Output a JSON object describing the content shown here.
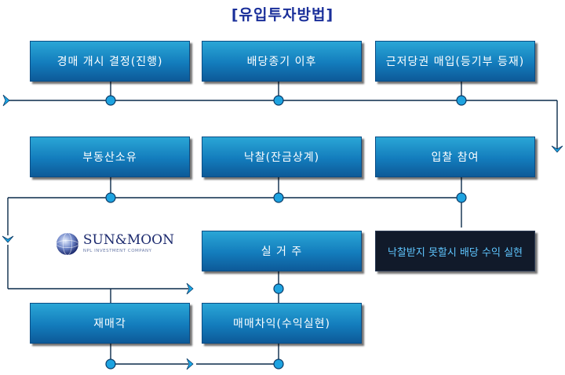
{
  "title": "[유입투자방법]",
  "boxes": {
    "auction_start": "경매 개시 결정(진행)",
    "after_dividend": "배당종기 이후",
    "mortgage_purchase": "근저당권 매입(등기부 등재)",
    "ownership": "부동산소유",
    "winning_bid": "낙찰(잔금상계)",
    "bid_participation": "입찰 참여",
    "residence": "실 거 주",
    "not_won": "낙찰받지 못할시 배당 수익 실현",
    "resale": "재매각",
    "sale_profit": "매매차익(수익실현)"
  },
  "logo": {
    "name": "SUN&MOON",
    "tagline": "NPL INVESTMENT COMPANY"
  },
  "colors": {
    "box_gradient_top": "#2aa6d6",
    "box_gradient_bottom": "#0d5a98",
    "line": "#0a2a4a",
    "node": "#1ea3e0",
    "arrow": "#1aa8e8",
    "title": "#1a2f9a",
    "dark_box": "#111a2a",
    "dark_box_text": "#5fc6ff"
  }
}
